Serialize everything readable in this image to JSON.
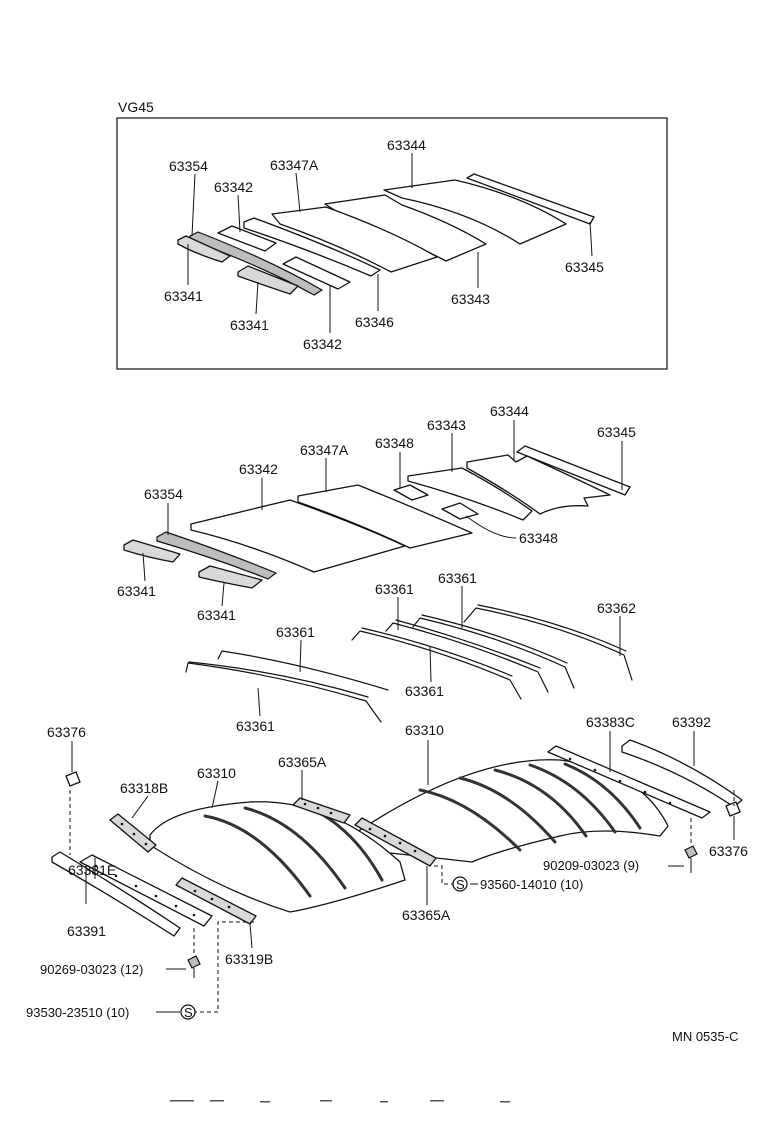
{
  "inset": {
    "title": "VG45"
  },
  "callouts": {
    "i63354": "63354",
    "i63342a": "63342",
    "i63347A": "63347A",
    "i63344": "63344",
    "i63341a": "63341",
    "i63341b": "63341",
    "i63342b": "63342",
    "i63346": "63346",
    "i63343": "63343",
    "i63345": "63345",
    "m63344": "63344",
    "m63345": "63345",
    "m63343": "63343",
    "m63348a": "63348",
    "m63347A": "63347A",
    "m63342": "63342",
    "m63354": "63354",
    "m63341a": "63341",
    "m63341b": "63341",
    "m63348b": "63348",
    "m63361a": "63361",
    "m63361b": "63361",
    "m63362": "63362",
    "m63361c": "63361",
    "m63361d": "63361",
    "m63361e": "63361",
    "b63376a": "63376",
    "b63318B": "63318B",
    "b63310a": "63310",
    "b63365Aa": "63365A",
    "b63310b": "63310",
    "b63383C": "63383C",
    "b63392": "63392",
    "b63381E": "63381E",
    "b63391": "63391",
    "b63319B": "63319B",
    "b63365Ab": "63365A",
    "b63376b": "63376",
    "bolt1": "90209-03023 (9)",
    "bolt2": "90269-03023 (12)",
    "screw1": "93560-14010 (10)",
    "screw2": "93530-23510 (10)"
  },
  "symbols": {
    "screw_mark": "S"
  },
  "footer": {
    "code": "MN 0535-C"
  }
}
